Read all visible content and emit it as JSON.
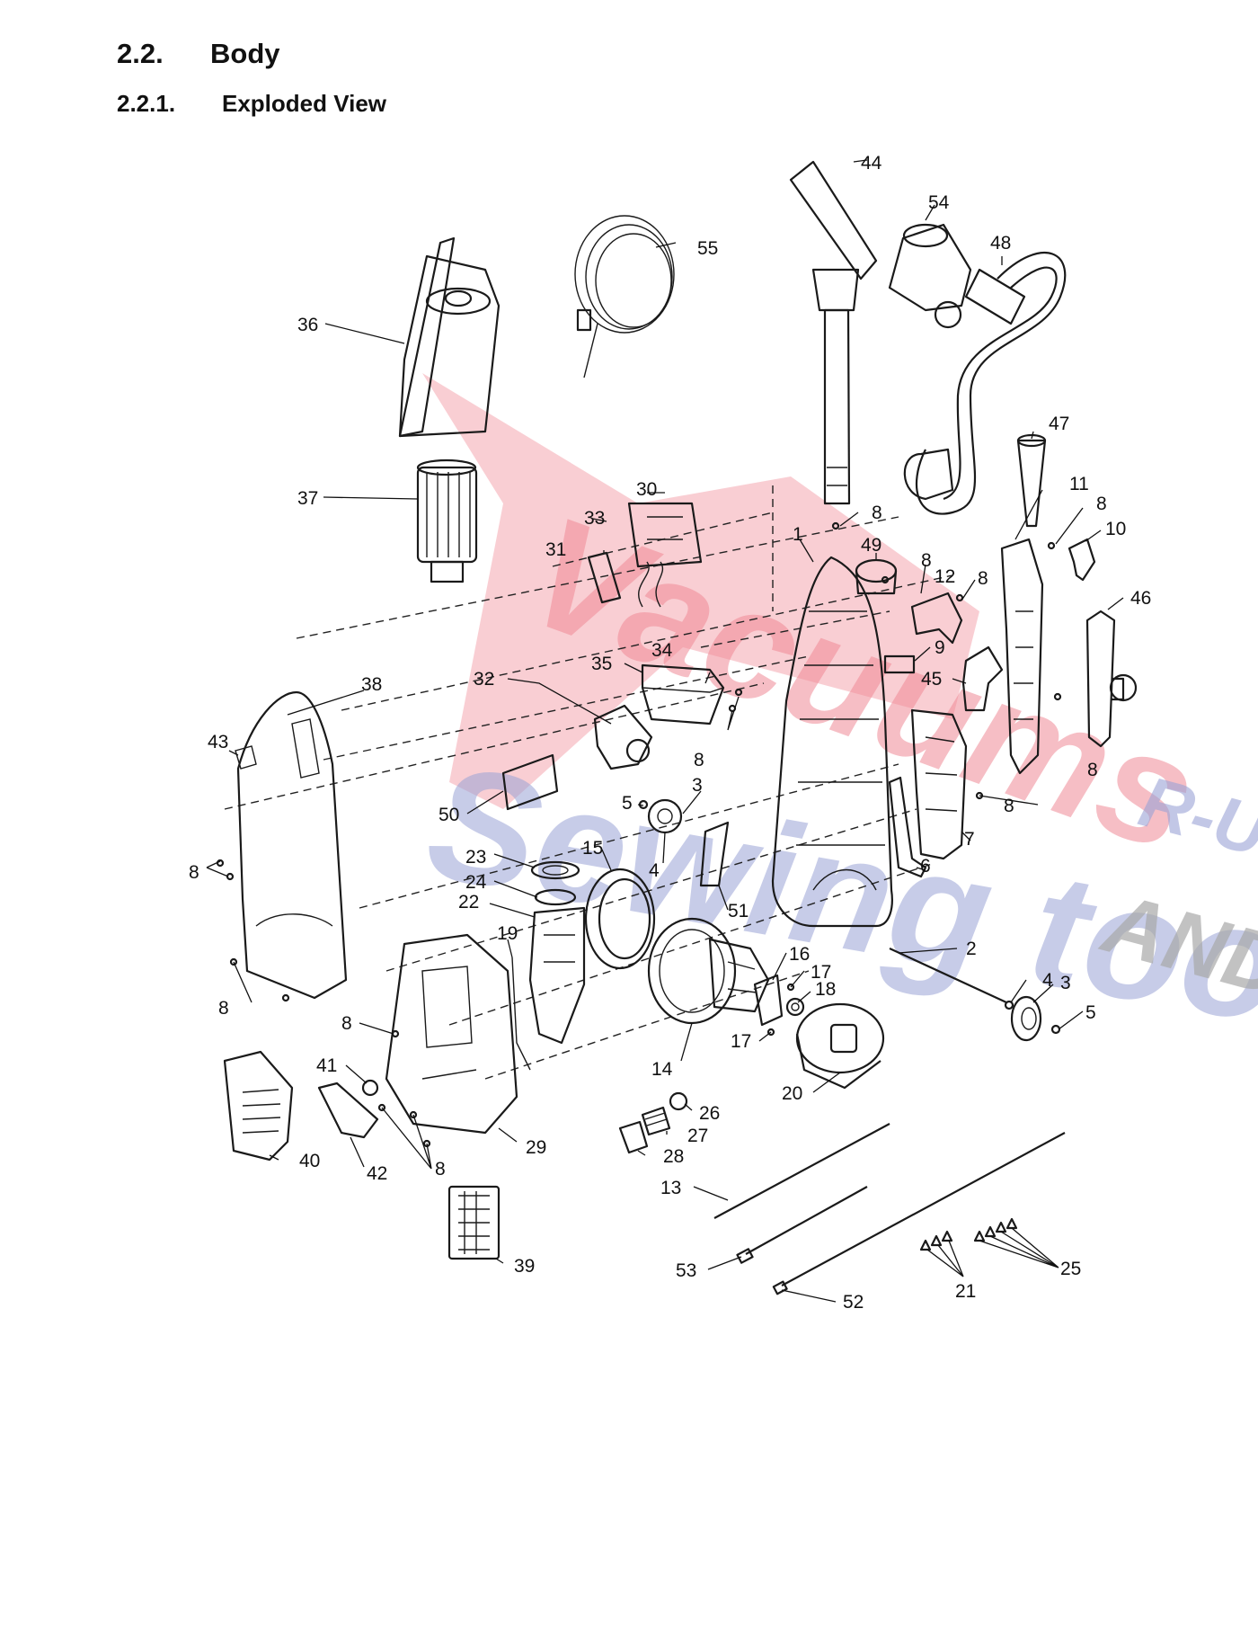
{
  "section": {
    "number": "2.2.",
    "title": "Body"
  },
  "subsection": {
    "number": "2.2.1.",
    "title": "Exploded View"
  },
  "watermark": {
    "line1": "Vacuums",
    "line2": "Sewing too",
    "line3": "R-US",
    "line4": "AND",
    "colors": {
      "red": "#f08a96",
      "blue": "#9aa3d6",
      "gray": "#a9a9a9"
    }
  },
  "callouts": [
    {
      "id": "c44",
      "text": "44"
    },
    {
      "id": "c54",
      "text": "54"
    },
    {
      "id": "c55",
      "text": "55"
    },
    {
      "id": "c48",
      "text": "48"
    },
    {
      "id": "c36",
      "text": "36"
    },
    {
      "id": "c47",
      "text": "47"
    },
    {
      "id": "c37",
      "text": "37"
    },
    {
      "id": "c30",
      "text": "30"
    },
    {
      "id": "c11",
      "text": "11"
    },
    {
      "id": "c8a",
      "text": "8"
    },
    {
      "id": "c8b",
      "text": "8"
    },
    {
      "id": "c10",
      "text": "10"
    },
    {
      "id": "c33",
      "text": "33"
    },
    {
      "id": "c31",
      "text": "31"
    },
    {
      "id": "c1",
      "text": "1"
    },
    {
      "id": "c49",
      "text": "49"
    },
    {
      "id": "c8c",
      "text": "8"
    },
    {
      "id": "c12",
      "text": "12"
    },
    {
      "id": "c8d",
      "text": "8"
    },
    {
      "id": "c46",
      "text": "46"
    },
    {
      "id": "c9",
      "text": "9"
    },
    {
      "id": "c35",
      "text": "35"
    },
    {
      "id": "c34",
      "text": "34"
    },
    {
      "id": "c45",
      "text": "45"
    },
    {
      "id": "c38",
      "text": "38"
    },
    {
      "id": "c32",
      "text": "32"
    },
    {
      "id": "c43",
      "text": "43"
    },
    {
      "id": "c8e",
      "text": "8"
    },
    {
      "id": "c8f",
      "text": "8"
    },
    {
      "id": "c3a",
      "text": "3"
    },
    {
      "id": "c5a",
      "text": "5"
    },
    {
      "id": "c50",
      "text": "50"
    },
    {
      "id": "c8g",
      "text": "8"
    },
    {
      "id": "c15",
      "text": "15"
    },
    {
      "id": "c23",
      "text": "23"
    },
    {
      "id": "c4a",
      "text": "4"
    },
    {
      "id": "c7",
      "text": "7"
    },
    {
      "id": "c8h",
      "text": "8"
    },
    {
      "id": "c24",
      "text": "24"
    },
    {
      "id": "c6",
      "text": "6"
    },
    {
      "id": "c22",
      "text": "22"
    },
    {
      "id": "c51",
      "text": "51"
    },
    {
      "id": "c19",
      "text": "19"
    },
    {
      "id": "c2",
      "text": "2"
    },
    {
      "id": "c16",
      "text": "16"
    },
    {
      "id": "c17a",
      "text": "17"
    },
    {
      "id": "c4b",
      "text": "4"
    },
    {
      "id": "c18",
      "text": "18"
    },
    {
      "id": "c3b",
      "text": "3"
    },
    {
      "id": "c8i",
      "text": "8"
    },
    {
      "id": "c5b",
      "text": "5"
    },
    {
      "id": "c8j",
      "text": "8"
    },
    {
      "id": "c17b",
      "text": "17"
    },
    {
      "id": "c41",
      "text": "41"
    },
    {
      "id": "c14",
      "text": "14"
    },
    {
      "id": "c20",
      "text": "20"
    },
    {
      "id": "c26",
      "text": "26"
    },
    {
      "id": "c27",
      "text": "27"
    },
    {
      "id": "c40",
      "text": "40"
    },
    {
      "id": "c29",
      "text": "29"
    },
    {
      "id": "c28",
      "text": "28"
    },
    {
      "id": "c42",
      "text": "42"
    },
    {
      "id": "c8k",
      "text": "8"
    },
    {
      "id": "c13",
      "text": "13"
    },
    {
      "id": "c39",
      "text": "39"
    },
    {
      "id": "c53",
      "text": "53"
    },
    {
      "id": "c25",
      "text": "25"
    },
    {
      "id": "c21",
      "text": "21"
    },
    {
      "id": "c52",
      "text": "52"
    }
  ]
}
